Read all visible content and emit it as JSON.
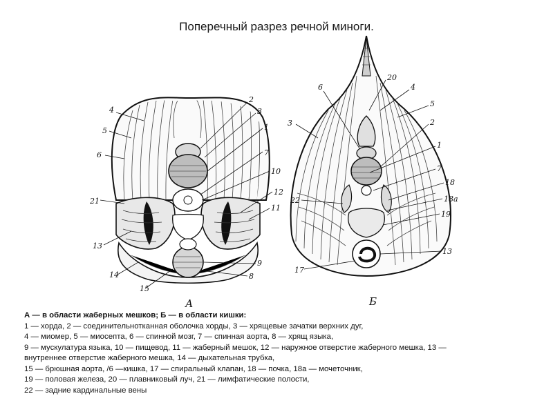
{
  "title": "Поперечный разрез речной  миноги.",
  "figure": {
    "caption_a": "А",
    "caption_b": "Б",
    "labels_a": [
      "2",
      "3",
      "4",
      "5",
      "6",
      "1",
      "7",
      "10",
      "12",
      "21",
      "11",
      "13",
      "9",
      "14",
      "15",
      "8"
    ],
    "labels_b": [
      "20",
      "4",
      "6",
      "5",
      "3",
      "2",
      "1",
      "7",
      "18",
      "22",
      "18а",
      "19",
      "13",
      "17"
    ]
  },
  "legend": {
    "heading": "А — в области жаберных мешков; Б — в области кишки:",
    "lines": [
      "1 — хорда, 2 — соединительнотканная оболочка хорды, 3 — хрящевые зачатки верхних дуг,",
      "4 — миомер, 5 — миосепта, 6 — спинной мозг, 7 — спинная аорта, 8 — хрящ языка,",
      "9 — мускулатура языка, 10 — пищевод, 11 — жаберный мешок, 12 — наружное отверстие жаберного мешка, 13 —",
      "внутреннее отверстие жаберного мешка, 14 — дыхательная трубка,",
      "15 — брюшная аорта, /6 —кишка, 17 — спиральный клапан, 18 — почка, 18а — мочеточник,",
      "19 — половая  железа, 20 — плавниковый  луч, 21 — лимфатические  полости,",
      "22 — задние  кардинальные вены"
    ]
  }
}
